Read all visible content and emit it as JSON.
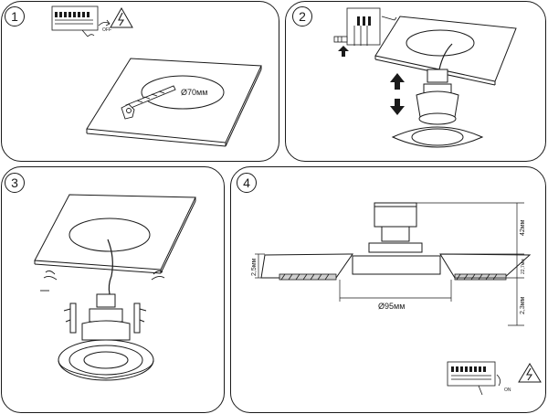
{
  "steps": [
    {
      "number": "1",
      "switch_label": "OFF",
      "hole_diameter": "Ø70мм"
    },
    {
      "number": "2"
    },
    {
      "number": "3"
    },
    {
      "number": "4",
      "height_top": "42мм",
      "height_mid": "22,7мм",
      "height_bottom": "2,3мм",
      "flange_height": "2,5мм",
      "outer_diameter": "Ø95мм",
      "switch_label": "ON"
    }
  ]
}
